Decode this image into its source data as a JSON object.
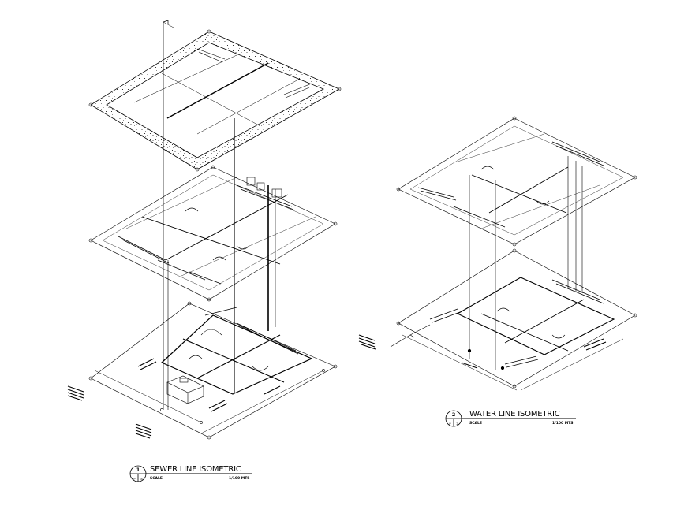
{
  "sewer": {
    "title": "SEWER LINE ISOMETRIC",
    "scale_label": "SCALE",
    "scale_value": "1/100 MTS",
    "bubble_number": "1",
    "bubble_sheet_left": "P",
    "bubble_sheet_right": "8"
  },
  "water": {
    "title": "WATER LINE ISOMETRIC",
    "scale_label": "SCALE",
    "scale_value": "1/100 MTS",
    "bubble_number": "2",
    "bubble_sheet_left": "P",
    "bubble_sheet_right": "2"
  }
}
